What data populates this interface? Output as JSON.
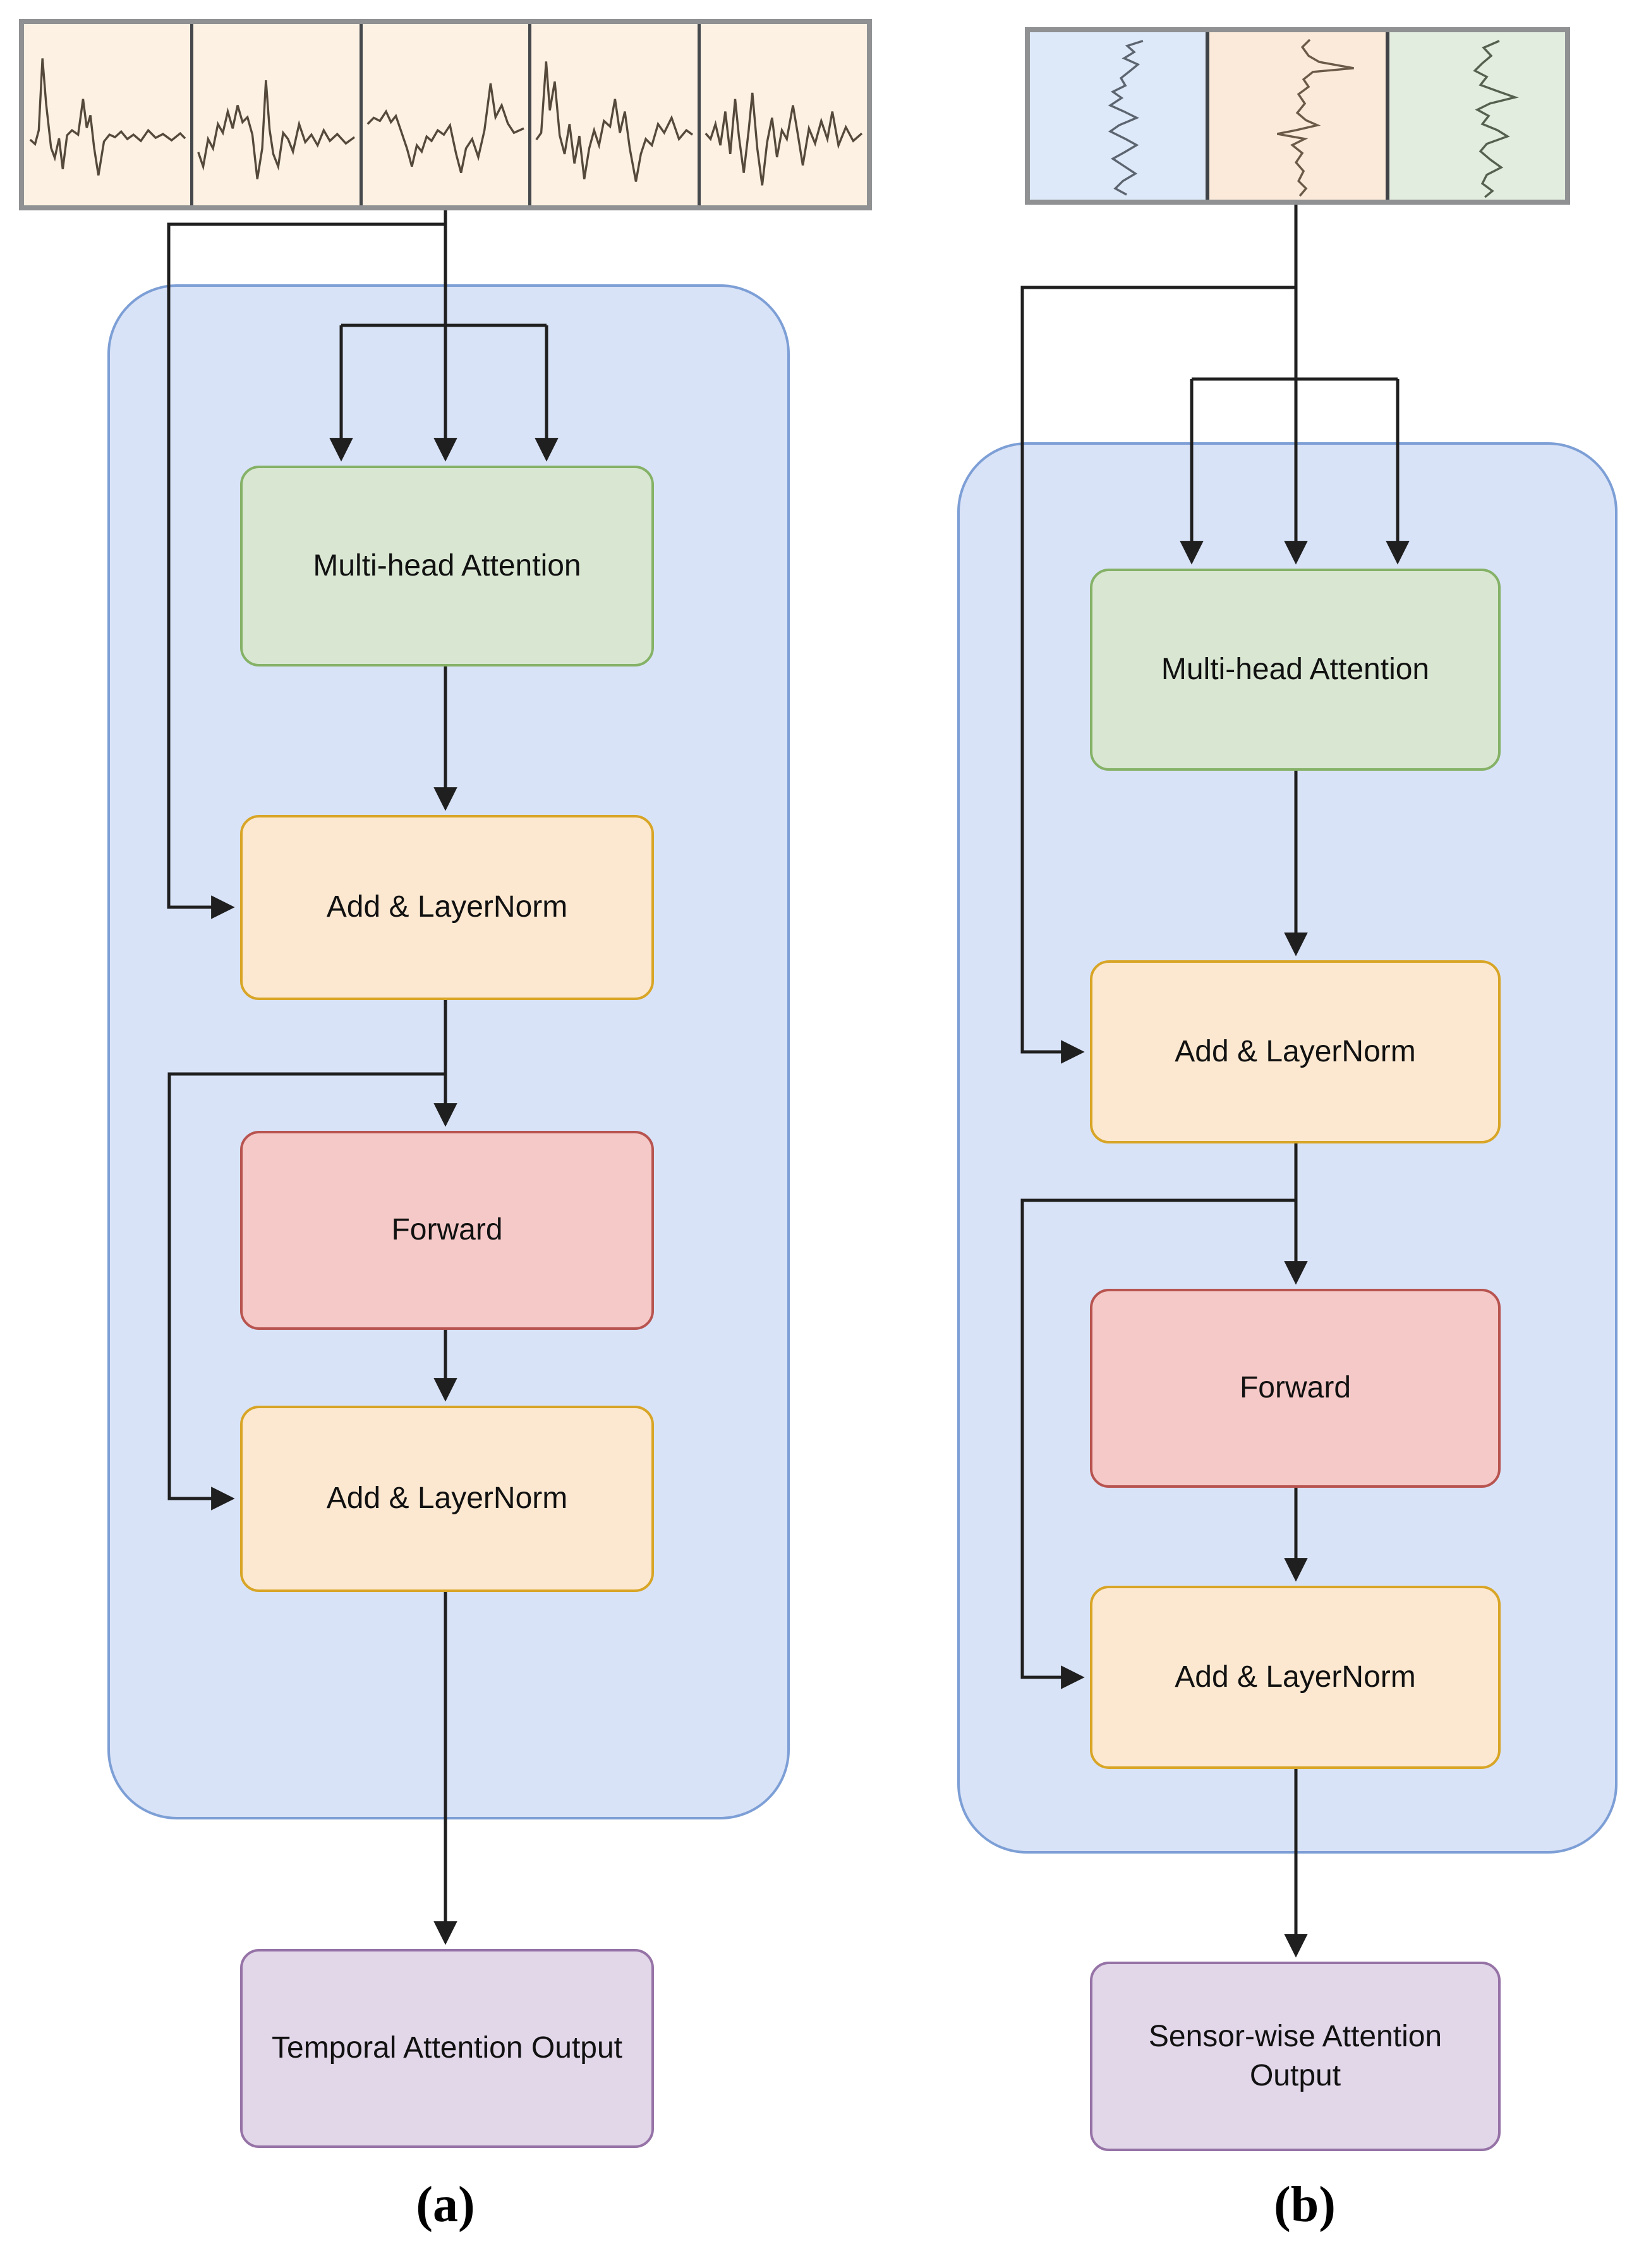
{
  "figure": {
    "panel_a": {
      "caption": "(a)",
      "input_segments": 5,
      "blocks": {
        "multi_head": "Multi-head Attention",
        "add_norm_1": "Add & LayerNorm",
        "forward": "Forward",
        "add_norm_2": "Add & LayerNorm",
        "output": "Temporal Attention Output"
      }
    },
    "panel_b": {
      "caption": "(b)",
      "input_segments": 3,
      "blocks": {
        "multi_head": "Multi-head Attention",
        "add_norm_1": "Add & LayerNorm",
        "forward": "Forward",
        "add_norm_2": "Add & LayerNorm",
        "output": "Sensor-wise Attention Output"
      }
    },
    "colors": {
      "line": "#1f1f1f",
      "container_fill": "#d9e3f7",
      "container_border": "#7d9fd6",
      "attention_fill": "#d9e7d2",
      "attention_border": "#85b267",
      "addnorm_fill": "#fce8d0",
      "addnorm_border": "#d8a526",
      "forward_fill": "#f5c9c7",
      "forward_border": "#b85450",
      "output_fill": "#e2d6e9",
      "output_border": "#9673a6",
      "input_a_fill": "#fdf1e3",
      "input_b_fills": [
        "#dde9f8",
        "#fbead9",
        "#e2ecdf"
      ],
      "strip_border": "#8f9193",
      "strip_divider": "#45494c",
      "waveform": "#55493c"
    }
  }
}
